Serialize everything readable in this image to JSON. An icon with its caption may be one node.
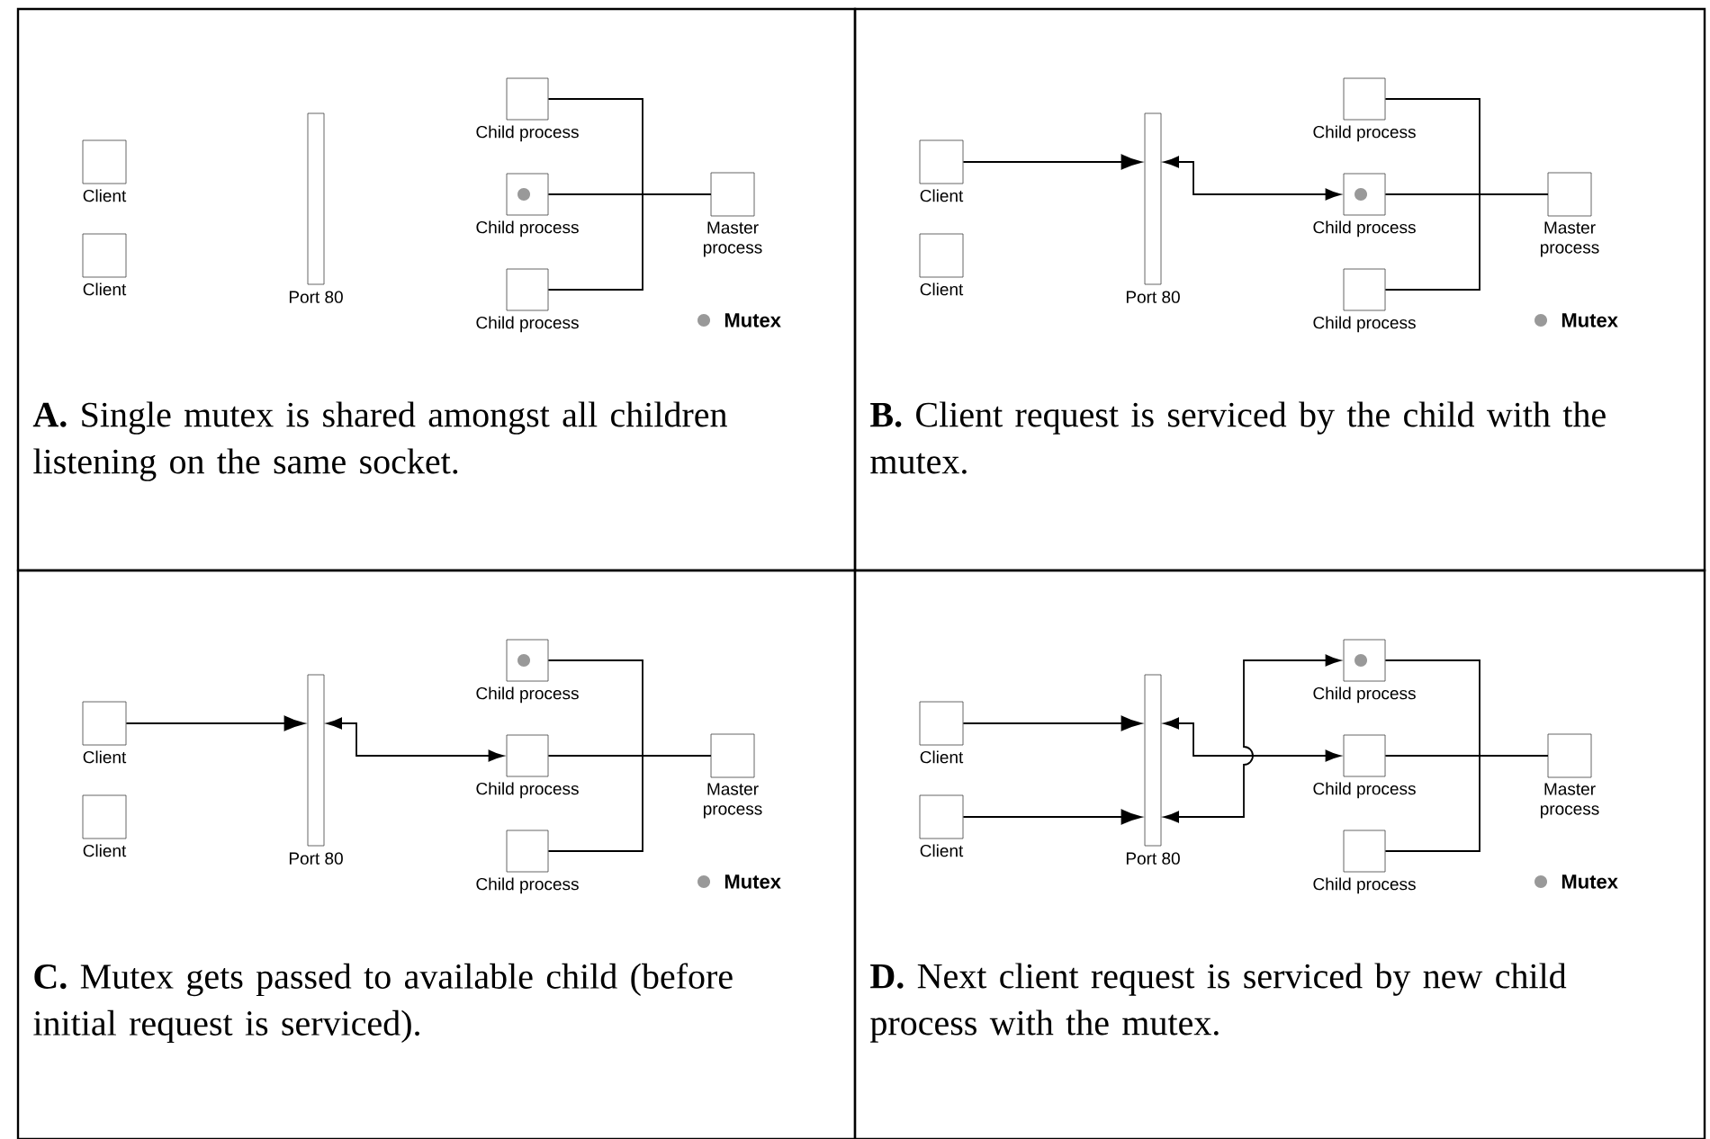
{
  "diagram": {
    "nodes": [
      {
        "text": [
          "**A.** Single mutex is shared amongst all children listening on the same socket."
        ]
      },
      {
        "text": [
          "Client"
        ],
        "in": 0
      },
      {
        "text": [
          "Client"
        ],
        "in": 0
      },
      {
        "text": [
          "Port 80"
        ],
        "in": 0
      },
      {
        "text": [
          "Child process"
        ],
        "in": 0
      },
      {
        "text": [
          "Child process"
        ],
        "in": 0
      },
      {
        "text": [
          "Child process"
        ],
        "in": 0
      },
      {
        "text": [
          "Master process"
        ],
        "in": 0
      },
      {
        "text": [],
        "shape": "circle",
        "in": 5
      },
      {
        "text": [
          "**B.** Client request is serviced by the child with the mutex."
        ]
      },
      {
        "text": [
          "Client"
        ],
        "in": 9
      },
      {
        "text": [
          "Client"
        ],
        "in": 9
      },
      {
        "text": [
          "Port 80"
        ],
        "in": 9
      },
      {
        "text": [
          "Child process"
        ],
        "in": 9
      },
      {
        "text": [
          "Child process"
        ],
        "in": 9
      },
      {
        "text": [
          "Child process"
        ],
        "in": 9
      },
      {
        "text": [
          "Master process"
        ],
        "in": 9
      },
      {
        "text": [],
        "shape": "circle",
        "in": 14
      },
      {
        "text": [
          "**C.** Mutex gets passed to available child (before initial request is serviced)."
        ]
      },
      {
        "text": [
          "Client"
        ],
        "in": 18
      },
      {
        "text": [
          "Client"
        ],
        "in": 18
      },
      {
        "text": [
          "Port 80"
        ],
        "in": 18
      },
      {
        "text": [
          "Child process"
        ],
        "in": 18
      },
      {
        "text": [
          "Child process"
        ],
        "in": 18
      },
      {
        "text": [
          "Child process"
        ],
        "in": 18
      },
      {
        "text": [
          "Master process"
        ],
        "in": 18
      },
      {
        "text": [],
        "shape": "circle",
        "in": 22
      },
      {
        "text": [
          "**D.** Next client request is serviced by new child process with the mutex."
        ]
      },
      {
        "text": [
          "Client"
        ],
        "in": 27
      },
      {
        "text": [
          "Client"
        ],
        "in": 27
      },
      {
        "text": [
          "Port 80"
        ],
        "in": 27
      },
      {
        "text": [
          "Child process"
        ],
        "in": 27
      },
      {
        "text": [
          "Child process"
        ],
        "in": 27
      },
      {
        "text": [
          "Child process"
        ],
        "in": 27
      },
      {
        "text": [
          "Master process"
        ],
        "in": 27
      },
      {
        "text": [],
        "shape": "circle",
        "in": 31
      }
    ],
    "edges": [
      {
        "from": 7,
        "to": 4,
        "arrow": "none"
      },
      {
        "from": 7,
        "to": 5,
        "arrow": "none"
      },
      {
        "from": 7,
        "to": 6,
        "arrow": "none"
      },
      {
        "from": 16,
        "to": 13,
        "arrow": "none"
      },
      {
        "from": 16,
        "to": 14,
        "arrow": "none"
      },
      {
        "from": 16,
        "to": 15,
        "arrow": "none"
      },
      {
        "from": 10,
        "to": 12,
        "arrow": "to"
      },
      {
        "from": 12,
        "to": 14,
        "arrow": "both"
      },
      {
        "from": 25,
        "to": 22,
        "arrow": "none"
      },
      {
        "from": 25,
        "to": 23,
        "arrow": "none"
      },
      {
        "from": 25,
        "to": 24,
        "arrow": "none"
      },
      {
        "from": 19,
        "to": 21,
        "arrow": "to"
      },
      {
        "from": 21,
        "to": 23,
        "arrow": "both"
      },
      {
        "from": 34,
        "to": 31,
        "arrow": "none"
      },
      {
        "from": 34,
        "to": 32,
        "arrow": "none"
      },
      {
        "from": 34,
        "to": 33,
        "arrow": "none"
      },
      {
        "from": 28,
        "to": 30,
        "arrow": "to"
      },
      {
        "from": 29,
        "to": 30,
        "arrow": "to"
      },
      {
        "from": 30,
        "to": 32,
        "arrow": "both"
      },
      {
        "from": 30,
        "to": 31,
        "arrow": "both"
      }
    ],
    "legend": [
      {
        "text": "Mutex",
        "color": "#999999"
      },
      {
        "text": "Mutex",
        "color": "#999999"
      },
      {
        "text": "Mutex",
        "color": "#999999"
      },
      {
        "text": "Mutex",
        "color": "#999999"
      }
    ]
  }
}
